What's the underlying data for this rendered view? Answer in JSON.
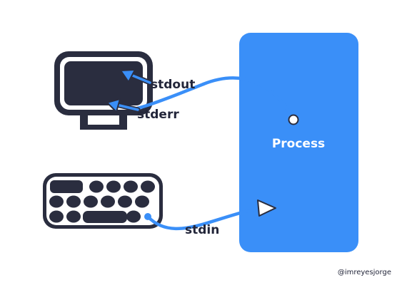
{
  "labels": {
    "process": "Process",
    "stdout": "stdout",
    "stderr": "stderr",
    "stdin": "stdin",
    "credit": "@imreyesjorge"
  },
  "colors": {
    "dark": "#2a2d3f",
    "blue": "#3a8ff8",
    "white": "#ffffff"
  },
  "icons": {
    "monitor": "monitor-icon",
    "keyboard": "keyboard-icon"
  }
}
